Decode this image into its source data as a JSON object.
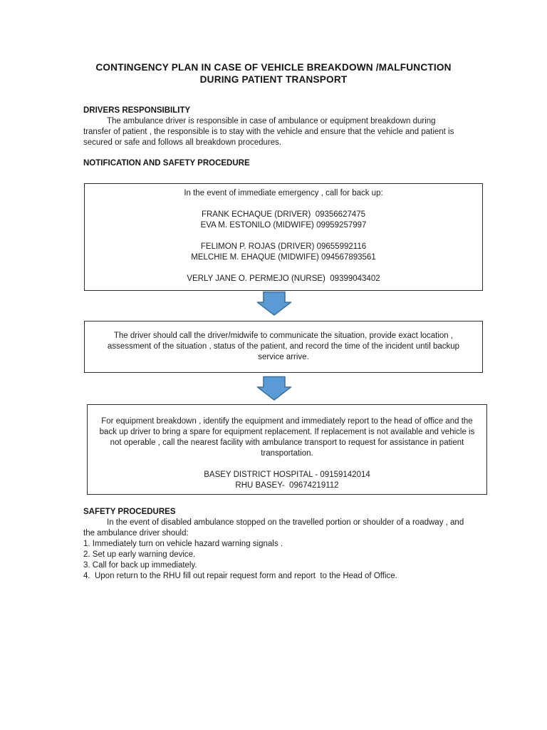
{
  "doc": {
    "title_line1": "CONTINGENCY PLAN IN CASE OF VEHICLE BREAKDOWN /MALFUNCTION",
    "title_line2": "DURING PATIENT TRANSPORT"
  },
  "drivers_responsibility": {
    "heading": "DRIVERS RESPONSIBILITY",
    "body": "The ambulance driver is responsible in case of ambulance or equipment breakdown during transfer of patient , the responsible is to stay with the vehicle and ensure that the vehicle and patient is secured or safe and follows all breakdown procedures."
  },
  "notification": {
    "heading": "NOTIFICATION AND SAFETY PROCEDURE",
    "box1": {
      "intro": "In the event of immediate emergency , call for back up:",
      "contacts": [
        "FRANK ECHAQUE (DRIVER)  09356627475",
        "EVA M. ESTONILO (MIDWIFE) 09959257997",
        "FELIMON P. ROJAS (DRIVER) 09655992116",
        "MELCHIE M. EHAQUE (MIDWIFE) 094567893561",
        "VERLY JANE O. PERMEJO (NURSE)  09399043402"
      ]
    },
    "box2": {
      "text": "The driver should call the driver/midwife to communicate the situation, provide exact location , assessment of the situation , status of the patient, and record the time of  the incident until backup service arrive."
    },
    "box3": {
      "text": "For equipment breakdown , identify the equipment and immediately report to the head of office and the back up driver to bring a spare for equipment replacement.  If replacement is not available and vehicle is not operable , call the nearest facility with ambulance transport to request for assistance in patient transportation.",
      "contacts": [
        "BASEY DISTRICT HOSPITAL - 09159142014",
        "RHU BASEY-  09674219112"
      ]
    }
  },
  "safety": {
    "heading": "SAFETY PROCEDURES",
    "intro": "In the event of disabled ambulance stopped on the travelled portion or shoulder of a roadway , and the ambulance driver should:",
    "steps": [
      "1. Immediately turn on vehicle hazard warning signals .",
      "2. Set up early warning device.",
      "3. Call for back up immediately.",
      "4.  Upon return to the RHU fill out repair request form and report  to the Head of Office."
    ]
  },
  "icons": {
    "flow_arrow": "down-block-arrow"
  },
  "colors": {
    "arrow_fill": "#5B9BD5",
    "arrow_stroke": "#41719C",
    "box_border": "#2e2e2e",
    "text": "#1d1d1d"
  }
}
